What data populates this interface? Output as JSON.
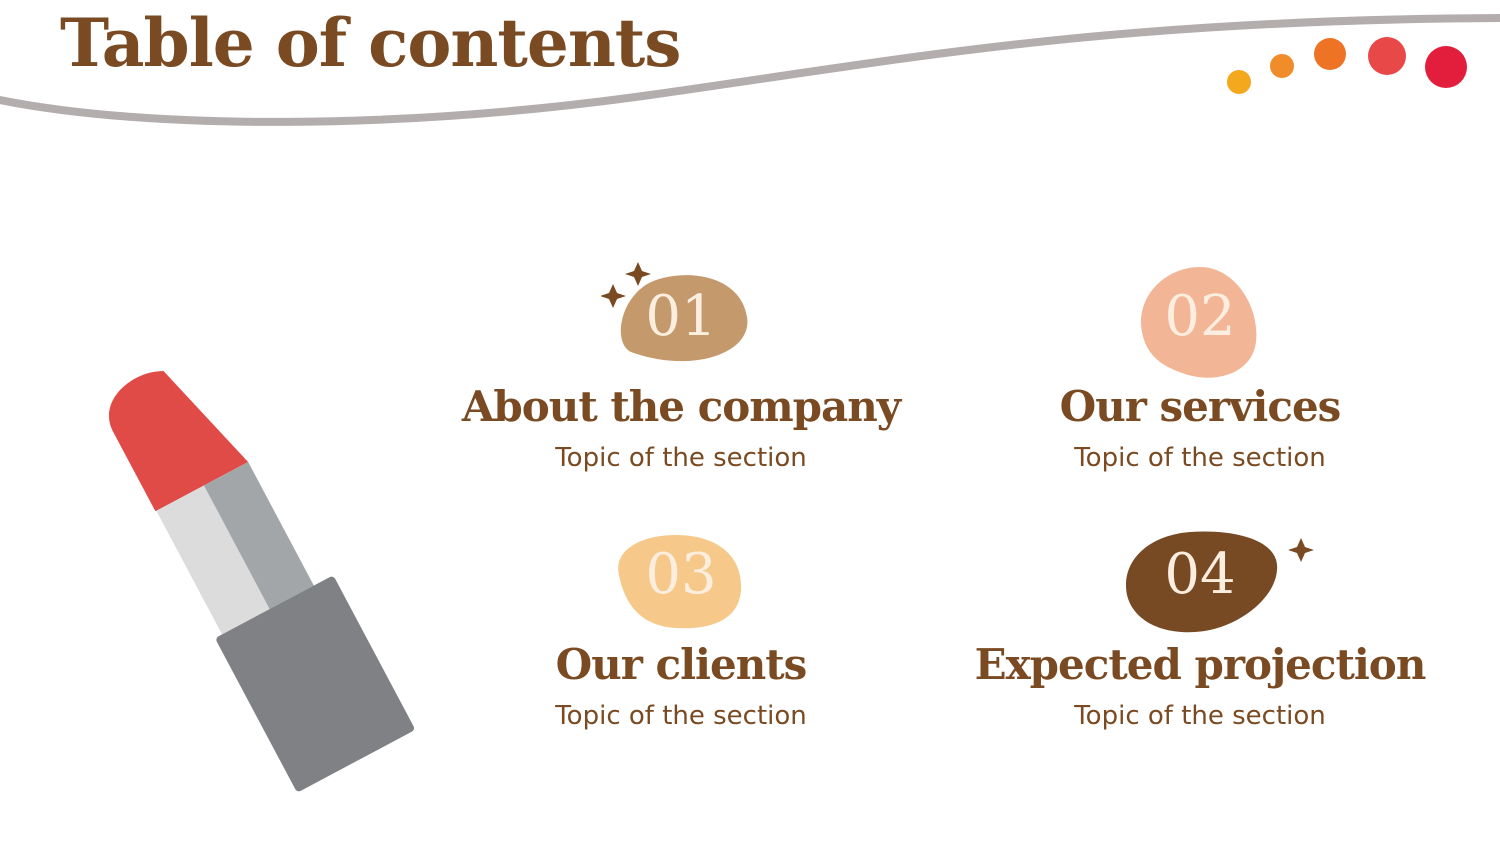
{
  "title": "Table of contents",
  "colors": {
    "brown": "#7a4b22",
    "tan": "#c49a6c",
    "peach": "#f2b596",
    "light_orange": "#f6c98a",
    "dark_brown": "#774a24",
    "dots": [
      "#f4a81d",
      "#f08c2a",
      "#ee7325",
      "#e84848",
      "#e21e3c"
    ]
  },
  "sections": [
    {
      "number": "01",
      "heading": "About the company",
      "topic": "Topic of the section"
    },
    {
      "number": "02",
      "heading": "Our services",
      "topic": "Topic of the section"
    },
    {
      "number": "03",
      "heading": "Our clients",
      "topic": "Topic of the section"
    },
    {
      "number": "04",
      "heading": "Expected projection",
      "topic": "Topic of the section"
    }
  ],
  "icons": [
    "sparkle-icon",
    "lipstick-icon",
    "dot-icon"
  ]
}
